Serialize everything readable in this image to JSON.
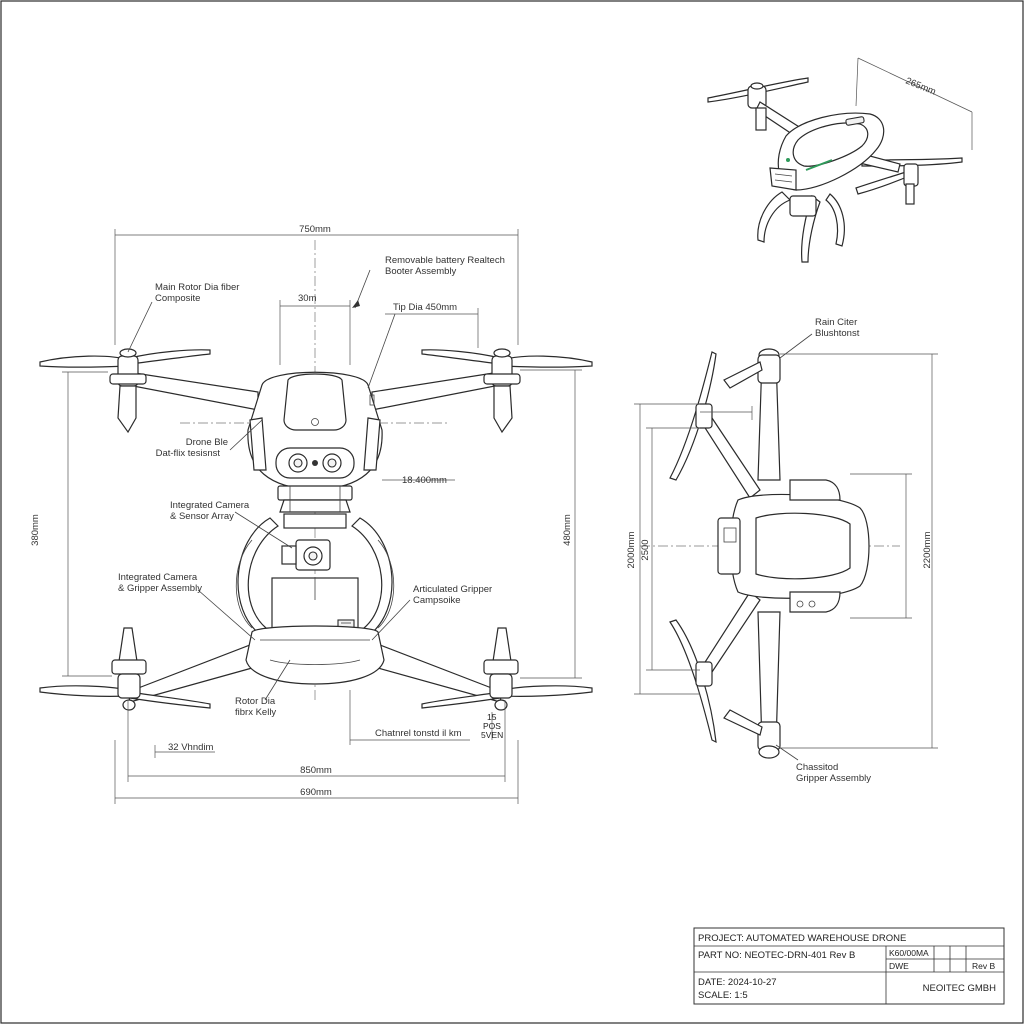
{
  "front_view": {
    "dim_overall_top": "750mm",
    "dim_30": "30m",
    "dim_tip": "Tip Dia 450mm",
    "dim_height_left": "380mm",
    "dim_height_right": "480mm",
    "dim_18": "18.400mm",
    "dim_32": "32 Vhndim",
    "dim_channel": "Chatnrel tonstd il km",
    "dim_15": "15",
    "dim_pos": "POS",
    "dim_5ven": "5VEN",
    "dim_850": "850mm",
    "dim_690": "690mm",
    "labels": {
      "main_rotor_1": "Main Rotor Dia fiber",
      "main_rotor_2": "Composite",
      "battery_1": "Removable battery Realtech",
      "battery_2": "Booter Assembly",
      "drone_1": "Drone Ble",
      "drone_2": "Dat-flix tesisnst",
      "camera_1": "Integrated Camera",
      "camera_2": "& Sensor Array",
      "gripper_asm_1": "Integrated Camera",
      "gripper_asm_2": "& Gripper Assembly",
      "grip_comp_1": "Articulated Gripper",
      "grip_comp_2": "Campsoike",
      "rotor_dia_1": "Rotor Dia",
      "rotor_dia_2": "fibrx Kelly"
    }
  },
  "side_view": {
    "label_top_1": "Rain Citer",
    "label_top_2": "Blushtonst",
    "label_bottom_1": "Chassitod",
    "label_bottom_2": "Gripper Assembly",
    "dim_left_1": "2000mm",
    "dim_left_2": "2500",
    "dim_right": "2200mm"
  },
  "iso_view": {
    "dim": "265mm"
  },
  "title_block": {
    "project": "PROJECT: AUTOMATED WAREHOUSE DRONE",
    "part_no": "PART NO: NEOTEC-DRN-401 Rev B",
    "cell_kg": "K60/00MA",
    "cell_dwe": "DWE",
    "cell_rev": "Rev B",
    "date": "DATE: 2024-10-27",
    "scale": "SCALE: 1:5",
    "company": "NEOITEC GMBH"
  },
  "colors": {
    "ink": "#2b2b2b",
    "accent_green": "#2e9a5a"
  }
}
